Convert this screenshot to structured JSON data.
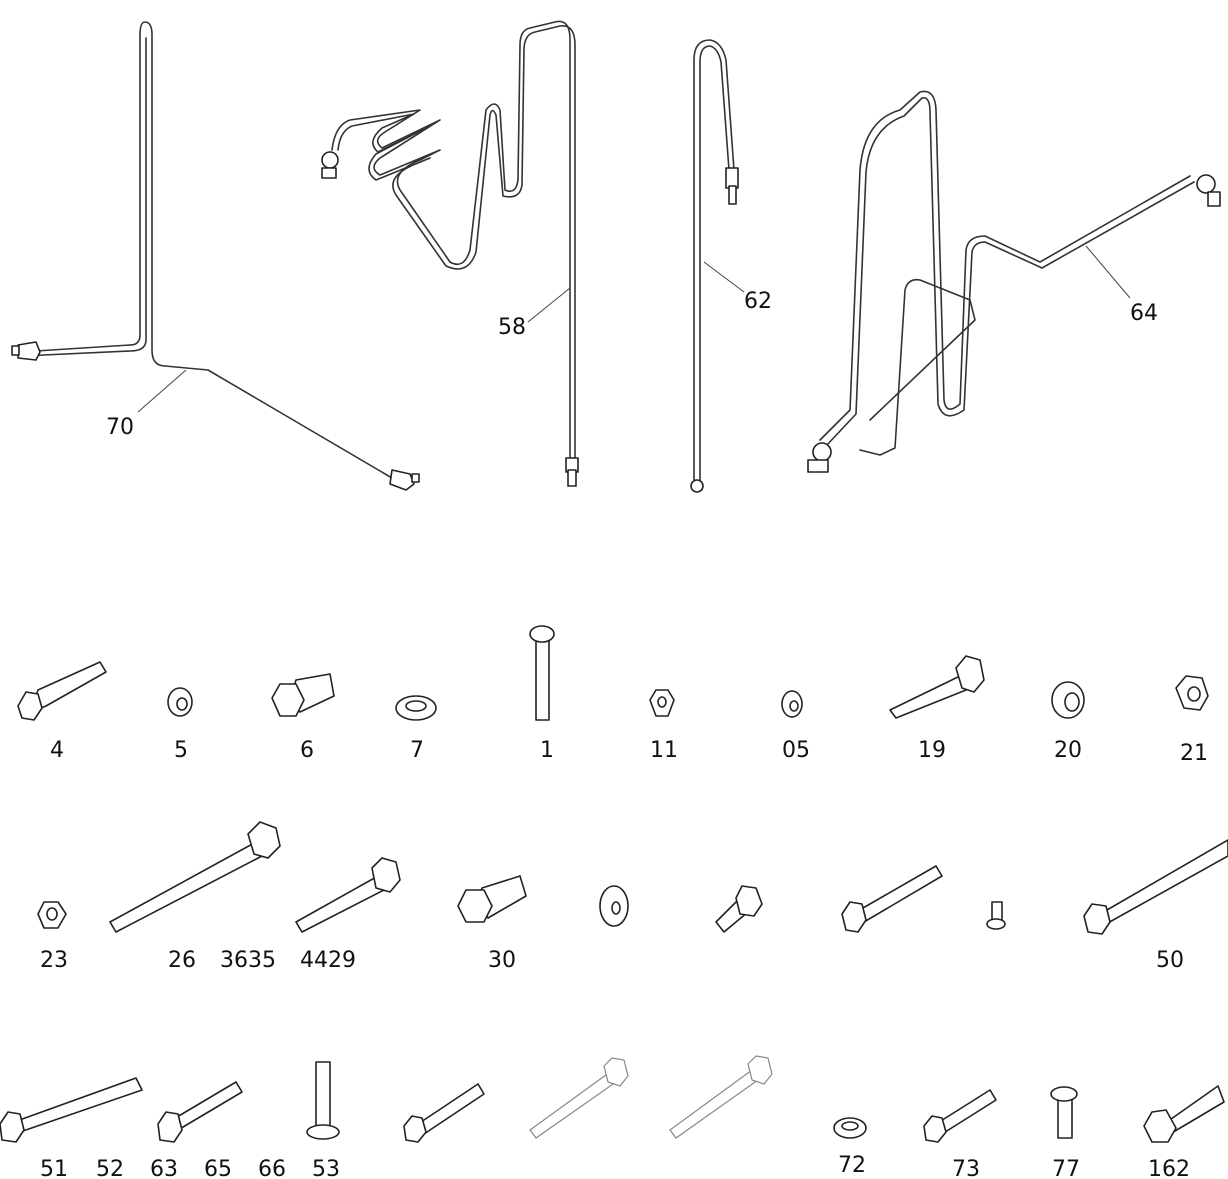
{
  "hose_labels": {
    "h70": "70",
    "h58": "58",
    "h62": "62",
    "h64": "64"
  },
  "row1": {
    "p4": "4",
    "p5": "5",
    "p6": "6",
    "p7": "7",
    "p1": "1",
    "p11": "11",
    "p05": "05",
    "p19": "19",
    "p20": "20",
    "p21": "21"
  },
  "row2": {
    "p23": "23",
    "p26": "26",
    "p3635": "3635",
    "p4429": "4429",
    "p30": "30",
    "p50": "50"
  },
  "row3": {
    "p51": "51",
    "p52": "52",
    "p63": "63",
    "p65": "65",
    "p66": "66",
    "p53": "53",
    "p72": "72",
    "p73": "73",
    "p77": "77",
    "p162": "162"
  }
}
